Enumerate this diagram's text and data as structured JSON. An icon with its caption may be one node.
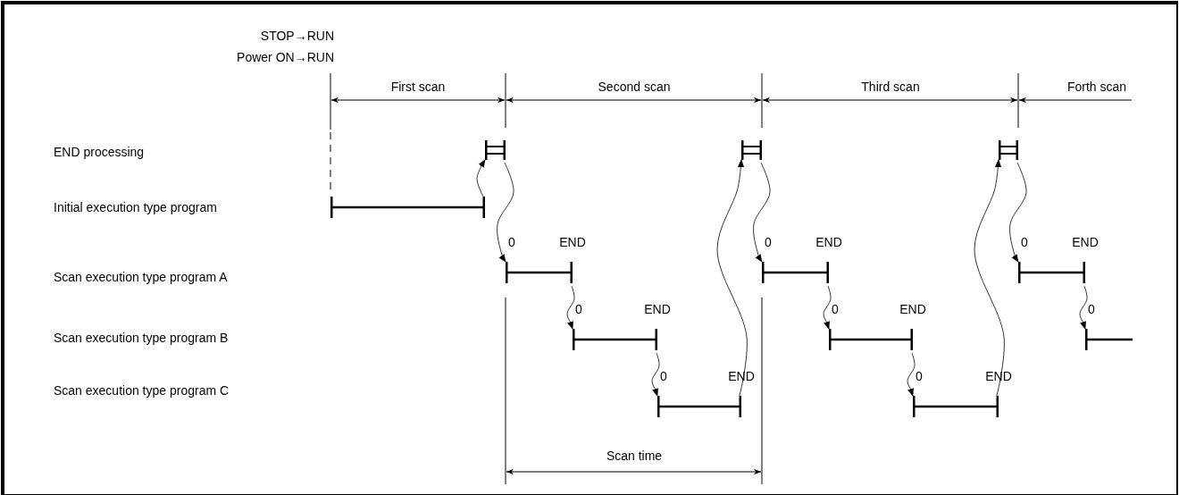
{
  "diagram": {
    "nodes": [
      {
        "text": [],
        "shape": "bar"
      },
      {
        "text": [],
        "shape": "bar"
      },
      {
        "text": [],
        "shape": "bar"
      },
      {
        "text": [],
        "shape": "bar"
      },
      {
        "text": [],
        "shape": "bar",
        "beside": [
          "0",
          "END"
        ]
      },
      {
        "text": [],
        "shape": "bar",
        "beside": [
          "0",
          "END"
        ]
      },
      {
        "text": [],
        "shape": "bar",
        "beside": [
          "0",
          "END"
        ]
      },
      {
        "text": [],
        "shape": "bar",
        "beside": [
          "0",
          "END"
        ]
      },
      {
        "text": [],
        "shape": "bar",
        "beside": [
          "0",
          "END"
        ]
      },
      {
        "text": [],
        "shape": "bar",
        "beside": [
          "0"
        ]
      },
      {
        "text": [],
        "shape": "bar",
        "beside": [
          "0",
          "END"
        ]
      },
      {
        "text": [],
        "shape": "bar",
        "beside": [
          "0",
          "END"
        ]
      }
    ],
    "edges": [
      {
        "from": 3,
        "to": 0,
        "arrow": "to"
      },
      {
        "from": 0,
        "to": 4,
        "arrow": "to"
      },
      {
        "from": 4,
        "to": 7,
        "arrow": "to"
      },
      {
        "from": 7,
        "to": 10,
        "arrow": "to"
      },
      {
        "from": 10,
        "to": 1,
        "arrow": "to"
      },
      {
        "from": 1,
        "to": 5,
        "arrow": "to"
      },
      {
        "from": 5,
        "to": 8,
        "arrow": "to"
      },
      {
        "from": 8,
        "to": 11,
        "arrow": "to"
      },
      {
        "from": 11,
        "to": 2,
        "arrow": "to"
      },
      {
        "from": 2,
        "to": 6,
        "arrow": "to"
      },
      {
        "from": 6,
        "to": 9,
        "arrow": "to"
      }
    ],
    "labels": [
      "STOP→RUN",
      "Power ON→RUN",
      "First scan",
      "Second scan",
      "Third scan",
      "Forth scan",
      "END processing",
      "Initial execution type program",
      "Scan execution type program A",
      "Scan execution type program B",
      "Scan execution type program C",
      "Scan time"
    ]
  }
}
